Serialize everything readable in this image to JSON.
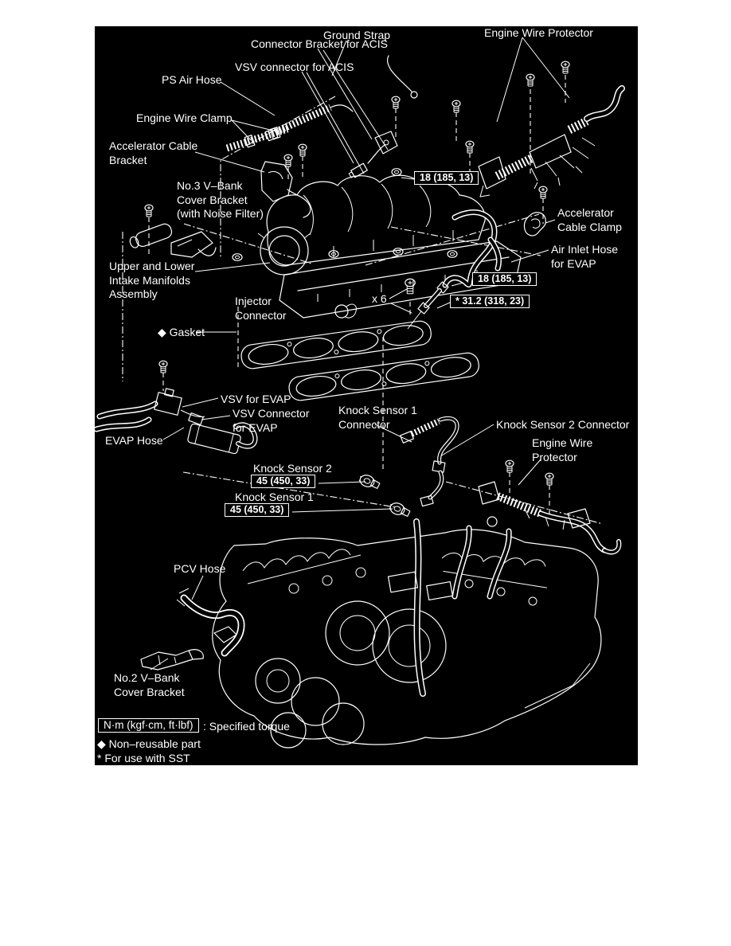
{
  "figure": {
    "type": "exploded-parts-diagram",
    "subject": "Engine intake manifold, ACIS/EVAP components and knock sensor removal diagram"
  },
  "colors": {
    "page_bg": "#ffffff",
    "diagram_bg": "#000000",
    "line": "#ffffff"
  },
  "labels": [
    {
      "name": "connector-bracket-for-acis",
      "text": "Connector Bracket for ACIS"
    },
    {
      "name": "ground-strap",
      "text": "Ground Strap"
    },
    {
      "name": "engine-wire-protector-top",
      "text": "Engine Wire Protector"
    },
    {
      "name": "vsv-connector-for-acis",
      "text": "VSV connector for ACIS"
    },
    {
      "name": "ps-air-hose",
      "text": "PS Air Hose"
    },
    {
      "name": "engine-wire-clamp",
      "text": "Engine Wire Clamp"
    },
    {
      "name": "accelerator-cable-bracket",
      "text": "Accelerator Cable\nBracket"
    },
    {
      "name": "no3-v-bank-cover-bracket",
      "text": "No.3 V–Bank\nCover Bracket\n(with Noise Filter)"
    },
    {
      "name": "upper-and-lower-intake-manifolds-assembly",
      "text": "Upper and Lower\nIntake Manifolds\nAssembly"
    },
    {
      "name": "injector-connector",
      "text": "Injector\nConnector"
    },
    {
      "name": "gasket",
      "text": "◆ Gasket"
    },
    {
      "name": "accelerator-cable-clamp",
      "text": "Accelerator\nCable Clamp"
    },
    {
      "name": "air-inlet-hose-for-evap",
      "text": "Air Inlet Hose\nfor EVAP"
    },
    {
      "name": "injector-quantity",
      "text": "x 6"
    },
    {
      "name": "vsv-for-evap",
      "text": "VSV for EVAP"
    },
    {
      "name": "vsv-connector-for-evap",
      "text": "VSV Connector\nfor EVAP"
    },
    {
      "name": "evap-hose",
      "text": "EVAP Hose"
    },
    {
      "name": "knock-sensor-1-connector",
      "text": "Knock Sensor 1\nConnector"
    },
    {
      "name": "knock-sensor-2-connector",
      "text": "Knock Sensor 2 Connector"
    },
    {
      "name": "engine-wire-protector-lower",
      "text": "Engine Wire\nProtector"
    },
    {
      "name": "knock-sensor-2",
      "text": "Knock Sensor 2"
    },
    {
      "name": "knock-sensor-1",
      "text": "Knock Sensor 1"
    },
    {
      "name": "pcv-hose",
      "text": "PCV Hose"
    },
    {
      "name": "no2-v-bank-cover-bracket",
      "text": "No.2 V–Bank\nCover Bracket"
    }
  ],
  "torque_callouts": [
    {
      "location": "upper-manifold-top",
      "value": "18 (185, 13)"
    },
    {
      "location": "air-inlet-hose-fitting",
      "value": "18 (185, 13)"
    },
    {
      "location": "evap-union-sst",
      "value": "* 31.2 (318, 23)"
    },
    {
      "location": "knock-sensor-2",
      "value": "45 (450, 33)"
    },
    {
      "location": "knock-sensor-1",
      "value": "45 (450, 33)"
    }
  ],
  "legend": {
    "torque_unit_box": "N·m (kgf·cm, ft·lbf)",
    "torque_note": ": Specified torque",
    "non_reusable_note": "◆ Non–reusable part",
    "sst_note": "* For use with SST"
  }
}
